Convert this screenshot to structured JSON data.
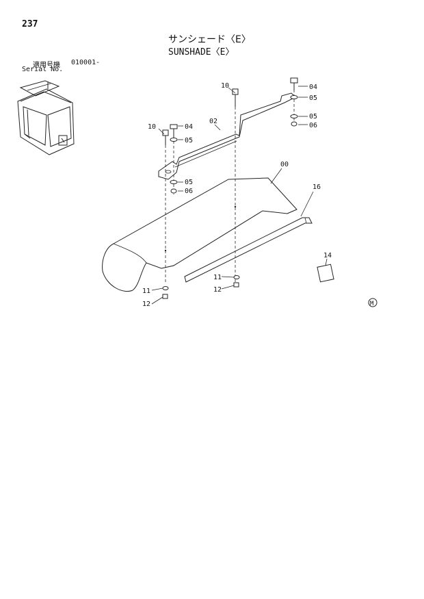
{
  "page": {
    "number": "237",
    "title_jp": "サンシェード〈E〉",
    "title_en": "SUNSHADE〈E〉",
    "serial_label_jp": "適用号機",
    "serial_value": "010001-",
    "serial_label_en": "Serial No."
  },
  "callouts": {
    "c10a": "10",
    "c04a": "04",
    "c05a": "05",
    "c05b": "05",
    "c06a": "06",
    "c02": "02",
    "c10b": "10",
    "c04b": "04",
    "c05c": "05",
    "c05d": "05",
    "c06b": "06",
    "c00": "00",
    "c16": "16",
    "c14": "14",
    "c11a": "11",
    "c12a": "12",
    "c11b": "11",
    "c12b": "12",
    "mark": "M"
  }
}
